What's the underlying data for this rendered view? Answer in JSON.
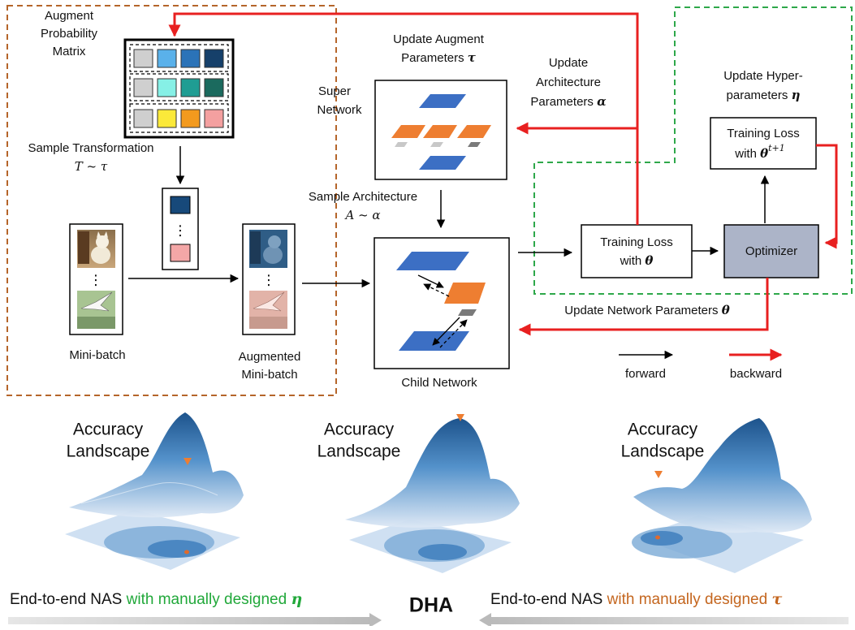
{
  "prob_matrix": {
    "title_line1": "Augment",
    "title_line2": "Probability",
    "title_line3": "Matrix",
    "colors": [
      [
        "#cfcfcf",
        "#5ab1ea",
        "#2b73b8",
        "#16406a"
      ],
      [
        "#cfcfcf",
        "#86f0e6",
        "#1f9d93",
        "#1b6a5e"
      ],
      [
        "#cfcfcf",
        "#fbe93a",
        "#f39a1e",
        "#f4a0a0"
      ]
    ]
  },
  "sample_transform": {
    "line1": "Sample Transformation",
    "line2": "T ~ τ"
  },
  "sampled_colors": {
    "top": "#17497a",
    "bottom": "#f4a7a7",
    "dots": "⋮"
  },
  "minibatch": {
    "label": "Mini-batch",
    "dots": "⋮"
  },
  "aug_minibatch": {
    "line1": "Augmented",
    "line2": "Mini-batch",
    "dots": "⋮"
  },
  "update_aug": {
    "line1": "Update Augment",
    "line2": "Parameters ",
    "sym": "τ"
  },
  "update_arch": {
    "line1": "Update",
    "line2": "Architecture",
    "line3": "Parameters ",
    "sym": "α"
  },
  "super_network": {
    "line1": "Super",
    "line2": "Network"
  },
  "sample_arch": {
    "line1": "Sample Architecture",
    "line2": "A ~ α"
  },
  "child_network": {
    "label": "Child Network"
  },
  "training_loss": {
    "line1": "Training Loss",
    "line2": "with ",
    "sym": "θ"
  },
  "optimizer": {
    "label": "Optimizer"
  },
  "update_hyper": {
    "line1": "Update Hyper-",
    "line2": "parameters ",
    "sym": "η"
  },
  "training_loss_next": {
    "line1": "Training Loss",
    "line2": "with ",
    "sym": "θ",
    "sup": "t+1"
  },
  "update_net": {
    "label": "Update Network Parameters ",
    "sym": "θ"
  },
  "legend": {
    "forward": "forward",
    "backward": "backward"
  },
  "landscapes": [
    {
      "line1": "Accuracy",
      "line2": "Landscape"
    },
    {
      "line1": "Accuracy",
      "line2": "Landscape"
    },
    {
      "line1": "Accuracy",
      "line2": "Landscape"
    }
  ],
  "bottom": {
    "left_prefix": "End-to-end NAS ",
    "left_highlight": "with manually designed ",
    "left_sym": "η",
    "center": "DHA",
    "right_prefix": "End-to-end NAS ",
    "right_highlight": "with manually designed ",
    "right_sym": "τ"
  },
  "colors": {
    "red": "#e82020",
    "brown_dash": "#b5652a",
    "green_dash": "#2ea84a",
    "green_text": "#21a83a",
    "orange_text": "#c4661f",
    "node_blue": "#3c6fc4",
    "node_orange": "#ee7e31",
    "optimizer_fill": "#acb4c8"
  }
}
